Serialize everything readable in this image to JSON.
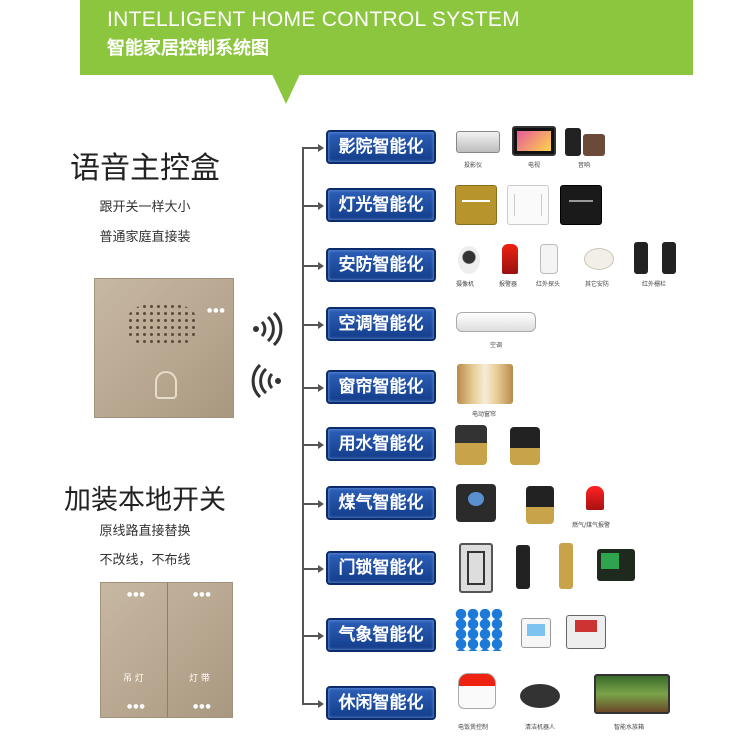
{
  "header": {
    "title_en": "INTELLIGENT HOME CONTROL SYSTEM",
    "title_cn": "智能家居控制系统图",
    "accent": "#8cc63f"
  },
  "left": {
    "voice_box": {
      "title": "语音主控盒",
      "lines": [
        "跟开关一样大小",
        "普通家庭直接装"
      ]
    },
    "local_switch": {
      "title": "加装本地开关",
      "lines": [
        "原线路直接替换",
        "不改线，不布线"
      ],
      "switch_labels": [
        "吊 灯",
        "灯 带"
      ]
    }
  },
  "categories": [
    {
      "label": "影院智能化",
      "devices": [
        "投影仪",
        "电视",
        "音响"
      ]
    },
    {
      "label": "灯光智能化",
      "devices": []
    },
    {
      "label": "安防智能化",
      "devices": [
        "摄像机",
        "报警器",
        "红外探头",
        "其它安防",
        "红外栅栏"
      ]
    },
    {
      "label": "空调智能化",
      "devices": [
        "空调"
      ]
    },
    {
      "label": "窗帘智能化",
      "devices": [
        "电动窗帘"
      ]
    },
    {
      "label": "用水智能化",
      "devices": []
    },
    {
      "label": "煤气智能化",
      "devices": [
        "燃气/煤气报警"
      ]
    },
    {
      "label": "门锁智能化",
      "devices": []
    },
    {
      "label": "气象智能化",
      "devices": []
    },
    {
      "label": "休闲智能化",
      "devices": [
        "电饭煲控制",
        "清洁机器人",
        "智能水族箱"
      ]
    }
  ],
  "colors": {
    "category_button": "#1e4c9e",
    "panel": "#b9a892"
  }
}
